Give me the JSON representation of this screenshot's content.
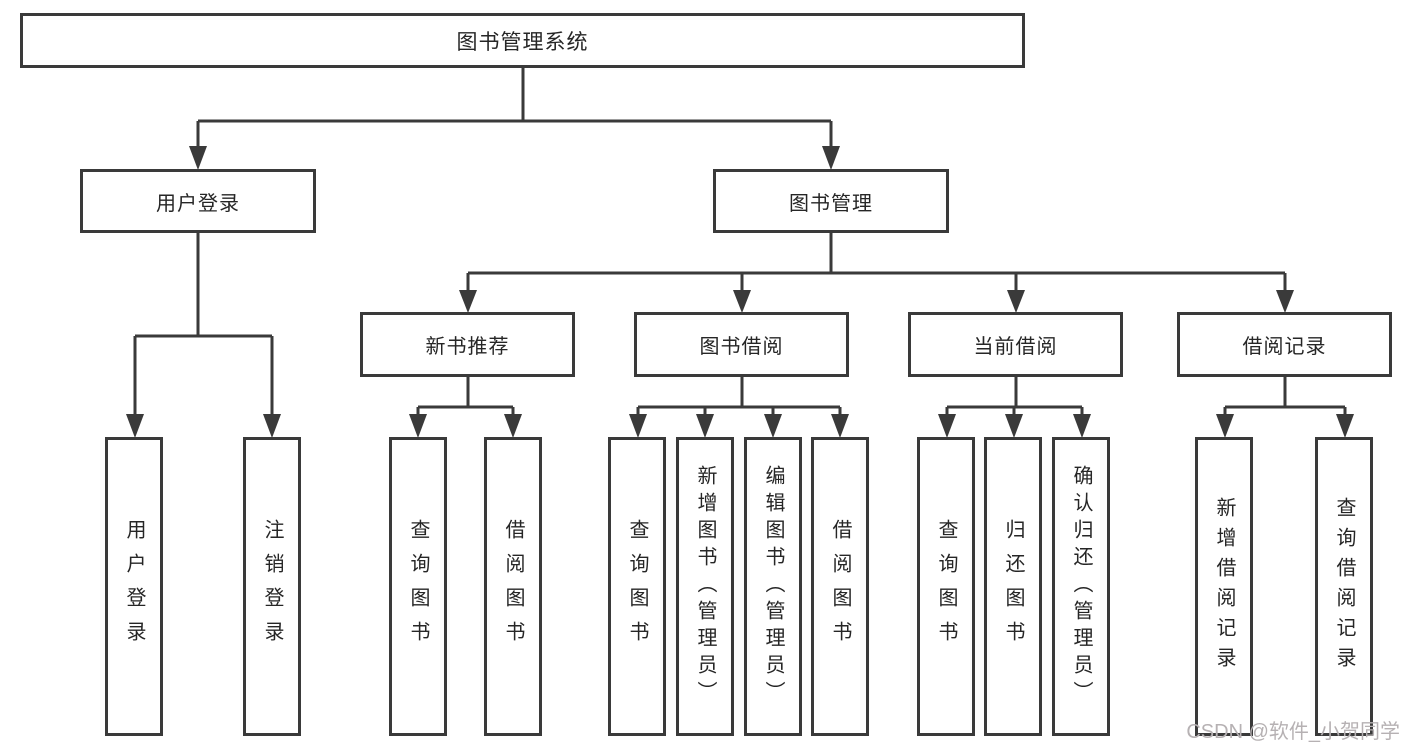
{
  "diagram": {
    "root": {
      "label": "图书管理系统"
    },
    "branches": [
      {
        "label": "用户登录",
        "children": [
          {
            "label": "用户登录"
          },
          {
            "label": "注销登录"
          }
        ]
      },
      {
        "label": "图书管理",
        "children": [
          {
            "label": "新书推荐",
            "children": [
              {
                "label": "查询图书"
              },
              {
                "label": "借阅图书"
              }
            ]
          },
          {
            "label": "图书借阅",
            "children": [
              {
                "label": "查询图书"
              },
              {
                "label": "新增图书（管理员）"
              },
              {
                "label": "编辑图书（管理员）"
              },
              {
                "label": "借阅图书"
              }
            ]
          },
          {
            "label": "当前借阅",
            "children": [
              {
                "label": "查询图书"
              },
              {
                "label": "归还图书"
              },
              {
                "label": "确认归还（管理员）"
              }
            ]
          },
          {
            "label": "借阅记录",
            "children": [
              {
                "label": "新增借阅记录"
              },
              {
                "label": "查询借阅记录"
              }
            ]
          }
        ]
      }
    ]
  },
  "watermark": {
    "text": "CSDN @软件_小贺同学"
  },
  "colors": {
    "line": "#3a3a3a",
    "text": "#262626",
    "background": "#ffffff",
    "watermark": "#b6b1b3"
  }
}
